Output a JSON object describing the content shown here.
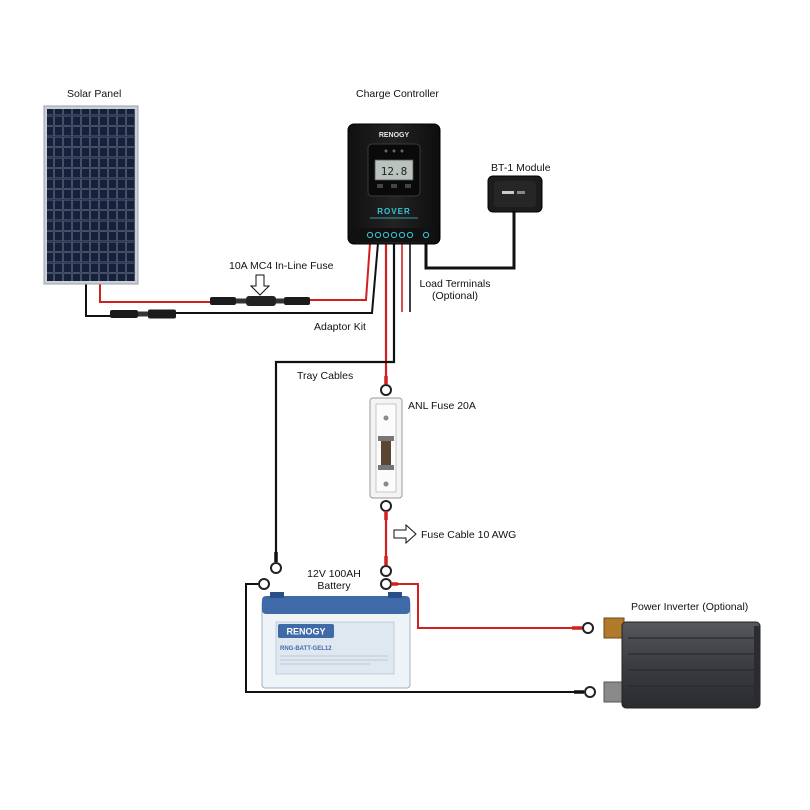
{
  "labels": {
    "solar_panel": "Solar Panel",
    "charge_controller": "Charge Controller",
    "bt_module": "BT-1 Module",
    "inline_fuse": "10A MC4 In-Line Fuse",
    "load_terminals_line1": "Load Terminals",
    "load_terminals_line2": "(Optional)",
    "adaptor_kit": "Adaptor Kit",
    "tray_cables": "Tray Cables",
    "anl_fuse": "ANL Fuse 20A",
    "fuse_cable": "Fuse Cable 10 AWG",
    "battery_line1": "12V 100AH",
    "battery_line2": "Battery",
    "power_inverter": "Power Inverter (Optional)"
  },
  "device_text": {
    "controller_brand": "RENOGY",
    "controller_model": "ROVER",
    "controller_display": "12.8",
    "battery_brand": "RENOGY",
    "battery_model": "RNG-BATT-GEL12"
  },
  "colors": {
    "positive_wire": "#d21f1f",
    "negative_wire": "#111111",
    "panel_cell": "#1f2a3f",
    "controller_body": "#1a1a1a",
    "controller_accent": "#35c4d8",
    "battery_body": "#eef3f7",
    "battery_lid": "#3e6aa8",
    "inverter_body": "#404246"
  }
}
